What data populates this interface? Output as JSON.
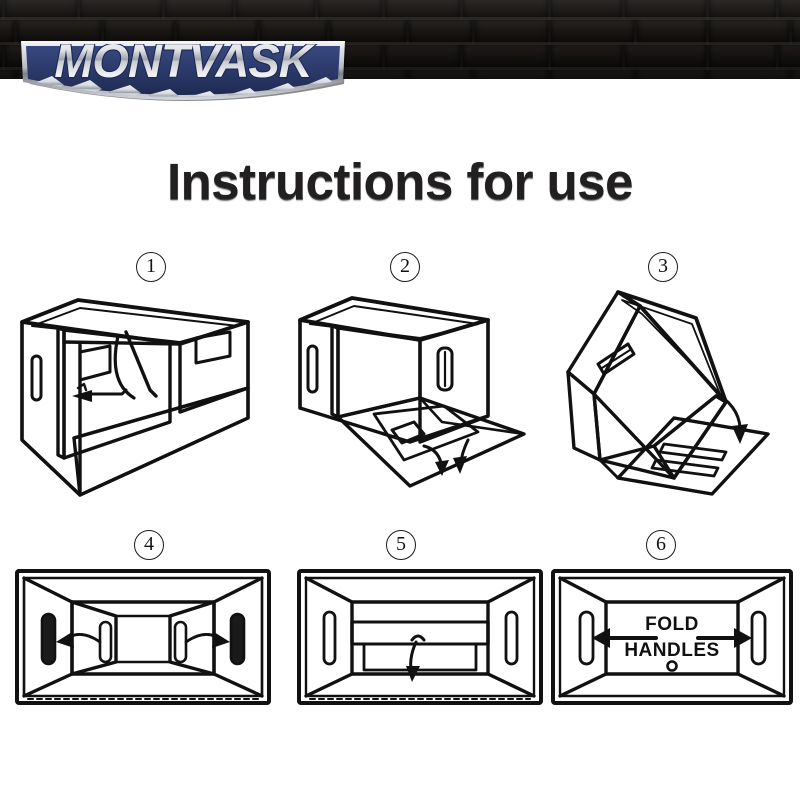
{
  "brand": {
    "name": "MONTVASK",
    "logo_navy": "#2b3a6b",
    "logo_silver": "#d8dade",
    "logo_outline": "#8b8f96"
  },
  "header": {
    "background": "#141210",
    "texture": "brick-wall"
  },
  "page": {
    "title": "Instructions for use",
    "title_color": "#211f1f",
    "background": "#ffffff",
    "line_color": "#111111"
  },
  "steps": [
    {
      "number": "1",
      "view": "three-quarter-open-box",
      "caption": "",
      "arrows": 1,
      "arrow_direction": "down-left"
    },
    {
      "number": "2",
      "view": "box-with-front-panel-folded-down",
      "caption": "",
      "arrows": 2,
      "arrow_direction": "down"
    },
    {
      "number": "3",
      "view": "box-tilted-with-flap-extended",
      "caption": "",
      "arrows": 1,
      "arrow_direction": "down"
    },
    {
      "number": "4",
      "view": "top-down-handles-upright",
      "caption": "",
      "arrows": 2,
      "arrow_direction": "inward"
    },
    {
      "number": "5",
      "view": "top-down-handles-folding",
      "caption": "",
      "arrows": 1,
      "arrow_direction": "down"
    },
    {
      "number": "6",
      "view": "top-down-handles-folded",
      "caption_line1": "FOLD",
      "caption_line2": "HANDLES",
      "arrows": 2,
      "arrow_direction": "left-and-right"
    }
  ]
}
